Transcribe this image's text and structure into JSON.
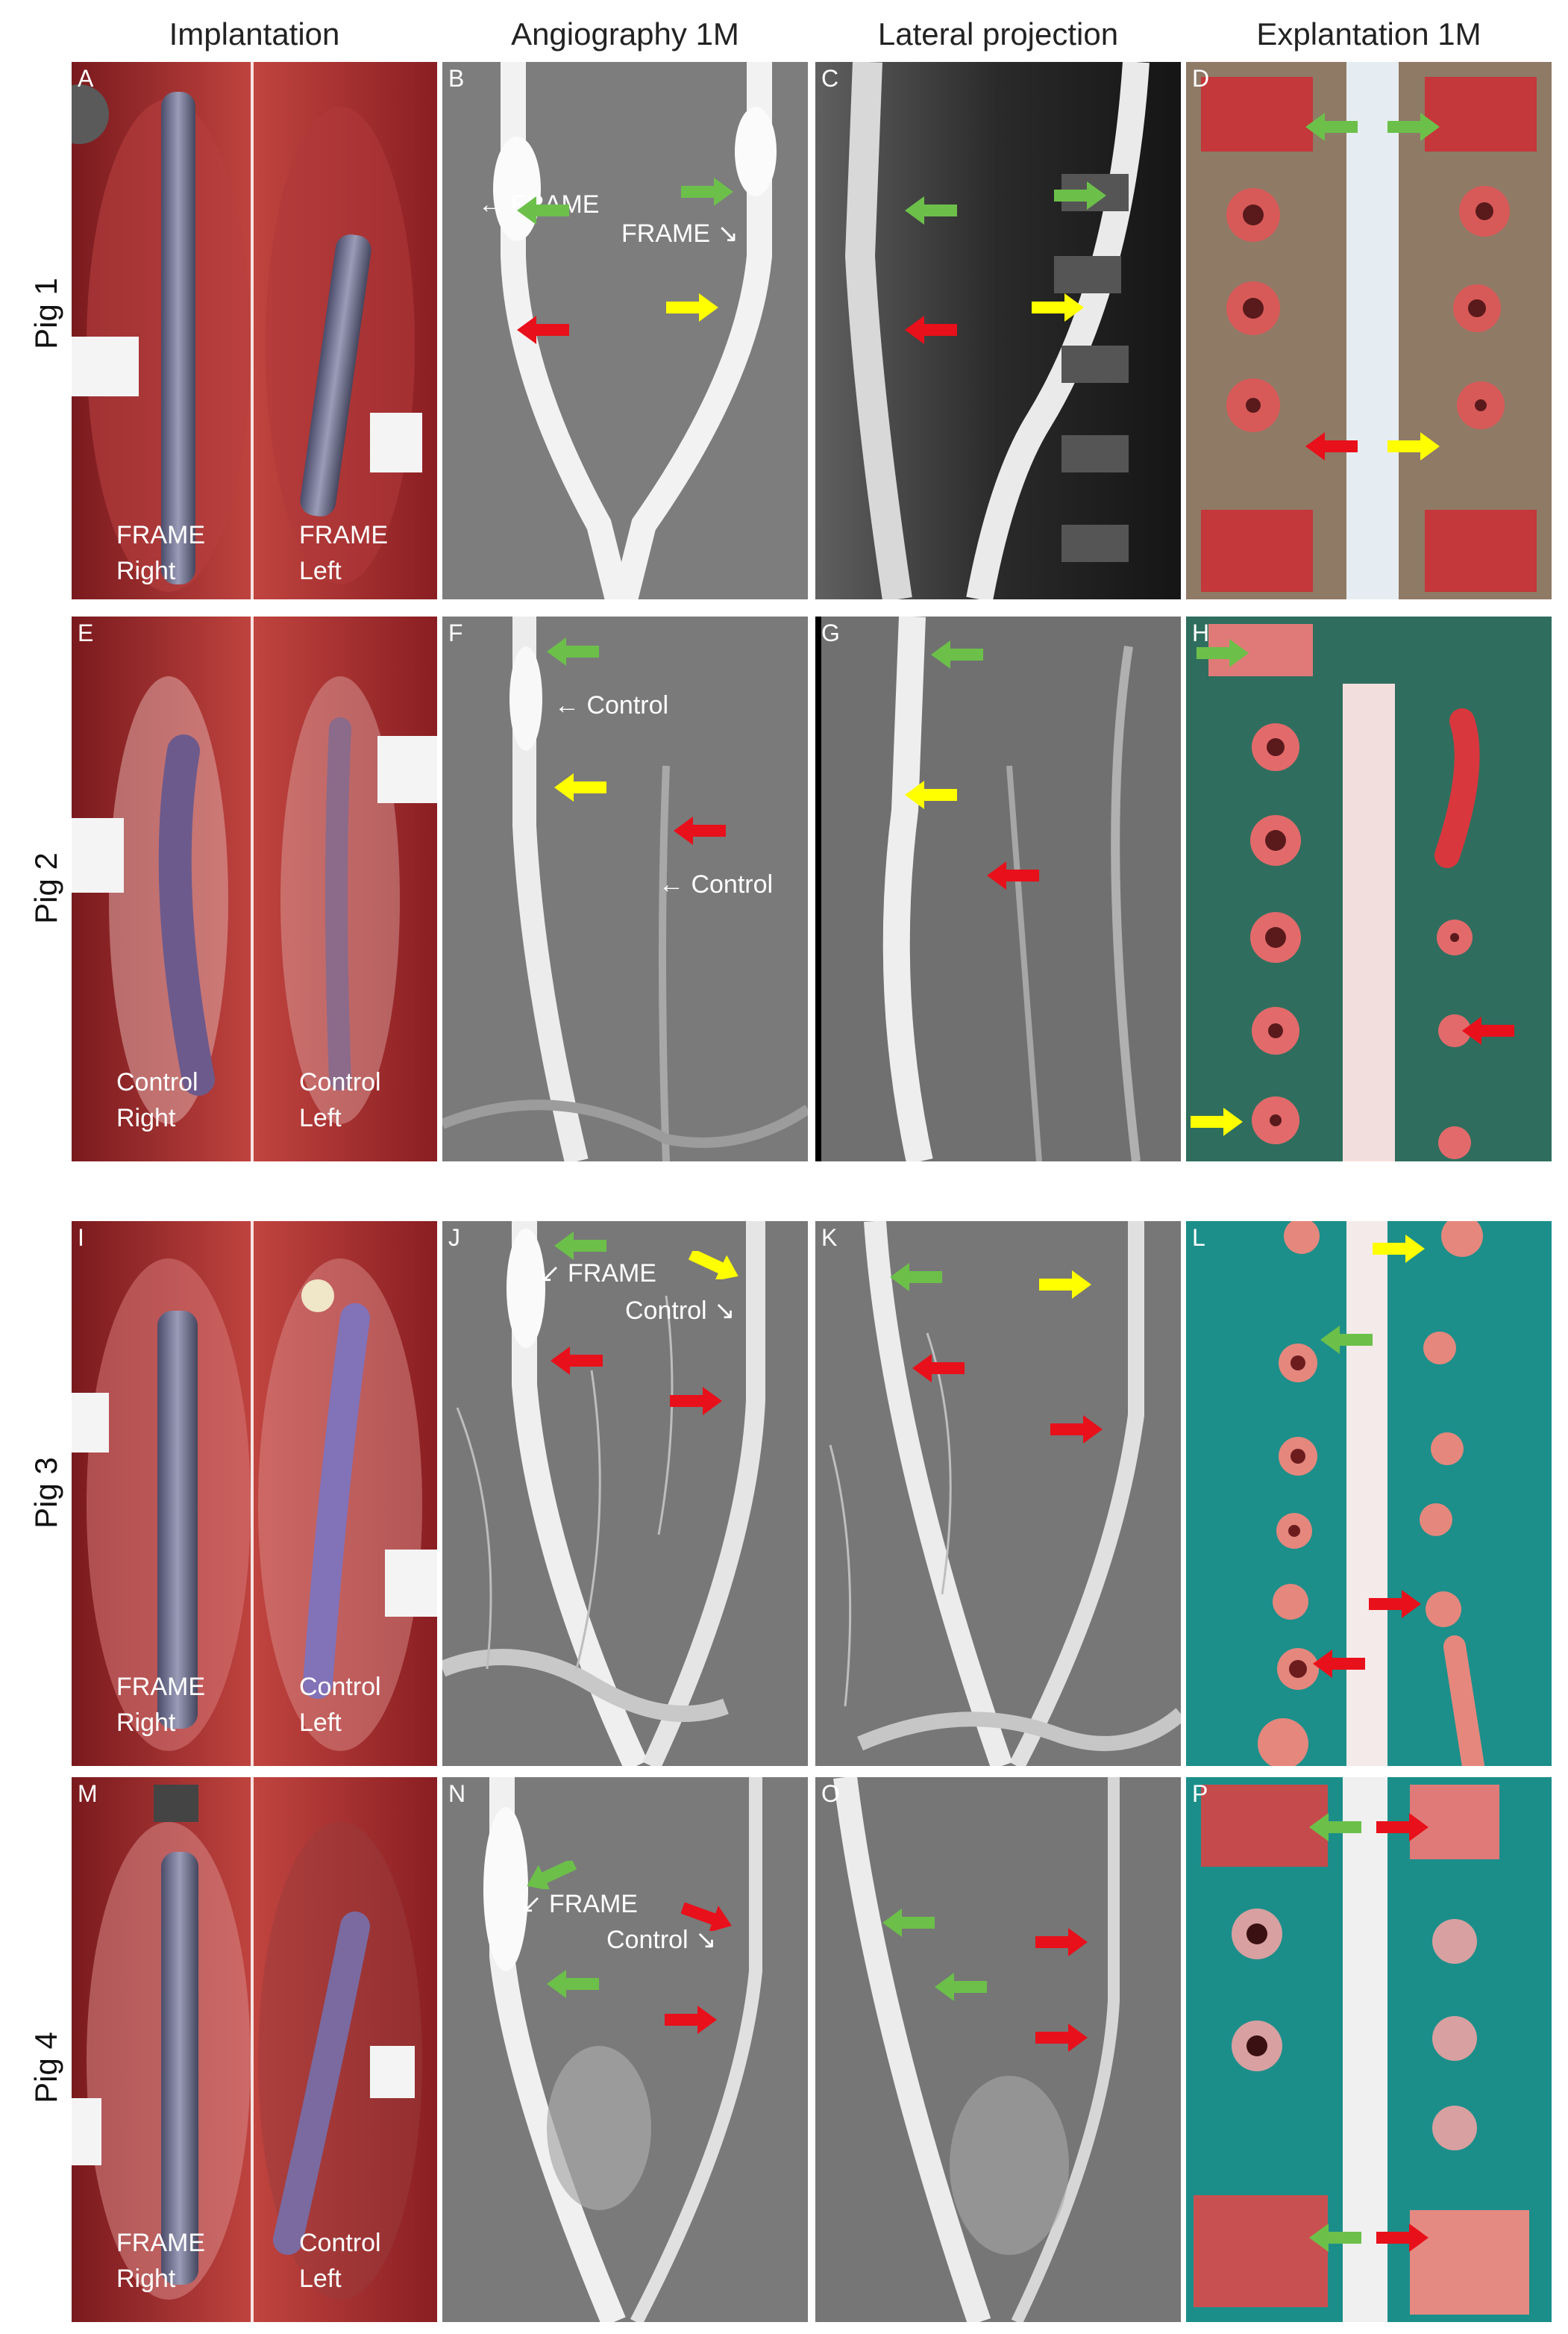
{
  "columns": {
    "implantation": "Implantation",
    "angiography": "Angiography 1M",
    "lateral": "Lateral projection",
    "explantation": "Explantation 1M"
  },
  "rows": {
    "pig1": "Pig 1",
    "pig2": "Pig 2",
    "pig3": "Pig 3",
    "pig4": "Pig 4"
  },
  "panels": {
    "A": {
      "letter": "A",
      "right_label_1": "FRAME",
      "right_label_2": "Right",
      "left_label_1": "FRAME",
      "left_label_2": "Left"
    },
    "B": {
      "letter": "B",
      "ann1": "FRAME",
      "ann2": "FRAME"
    },
    "C": {
      "letter": "C"
    },
    "D": {
      "letter": "D"
    },
    "E": {
      "letter": "E",
      "right_label_1": "Control",
      "right_label_2": "Right",
      "left_label_1": "Control",
      "left_label_2": "Left"
    },
    "F": {
      "letter": "F",
      "ann1": "Control",
      "ann2": "Control"
    },
    "G": {
      "letter": "G"
    },
    "H": {
      "letter": "H"
    },
    "I": {
      "letter": "I",
      "right_label_1": "FRAME",
      "right_label_2": "Right",
      "left_label_1": "Control",
      "left_label_2": "Left"
    },
    "J": {
      "letter": "J",
      "ann1": "FRAME",
      "ann2": "Control"
    },
    "K": {
      "letter": "K"
    },
    "L": {
      "letter": "L"
    },
    "M": {
      "letter": "M",
      "right_label_1": "FRAME",
      "right_label_2": "Right",
      "left_label_1": "Control",
      "left_label_2": "Left"
    },
    "N": {
      "letter": "N",
      "ann1": "FRAME",
      "ann2": "Control"
    },
    "O": {
      "letter": "O"
    },
    "P": {
      "letter": "P"
    }
  },
  "colors": {
    "green_arrow": "#6cc04a",
    "yellow_arrow": "#ffff00",
    "red_arrow": "#e8101a",
    "tissue": "#a8242c",
    "angio_bg": "#7a7a7a",
    "drape_teal": "#1c8f8a",
    "drape_green": "#2f6e5e"
  }
}
